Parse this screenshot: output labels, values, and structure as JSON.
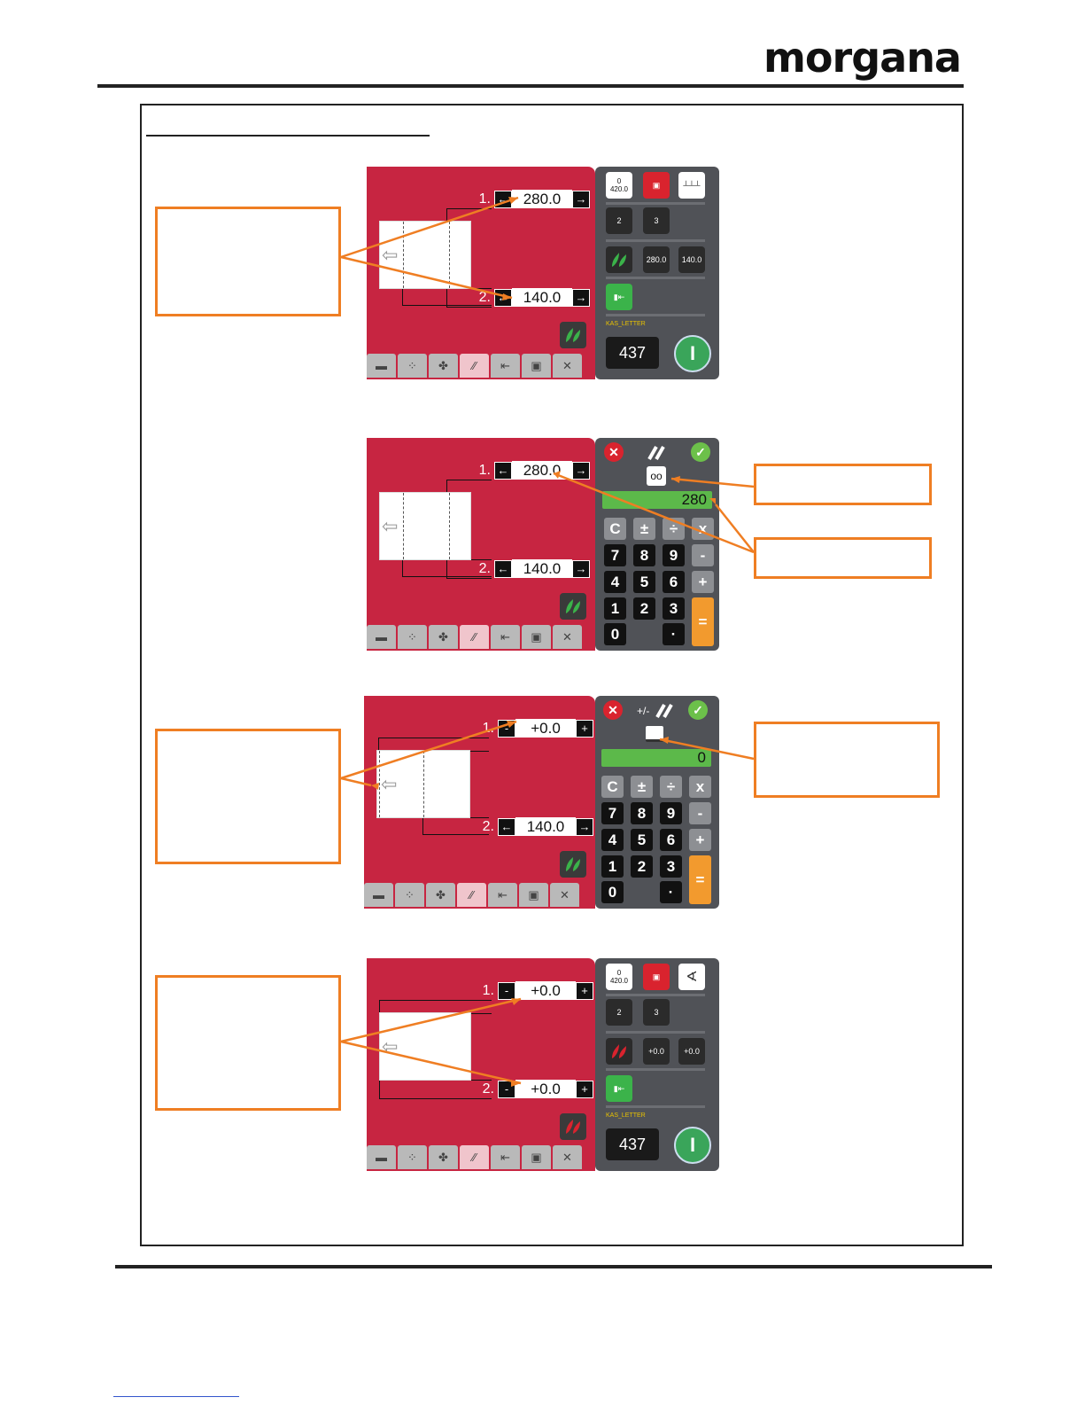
{
  "brand": {
    "logo": "morgana"
  },
  "screens": [
    {
      "field1": {
        "label": "1.",
        "left": "←",
        "value": "280.0",
        "right": "→"
      },
      "field2": {
        "label": "2.",
        "left": "←",
        "value": "140.0",
        "right": "→"
      },
      "panel": {
        "top_icon": "0\n420.0",
        "mid_icon_a": "2",
        "mid_icon_b": "3",
        "pos_icon_a": "280.0",
        "pos_icon_b": "140.0",
        "set_name": "KAS_LETTER",
        "counter": "437",
        "power": "I"
      }
    },
    {
      "field1": {
        "label": "1.",
        "left": "←",
        "value": "280.0",
        "right": "→"
      },
      "field2": {
        "label": "2.",
        "left": "←",
        "value": "140.0",
        "right": "→"
      },
      "calc": {
        "display": "280",
        "keys_row1": [
          "C",
          "±",
          "÷",
          "x"
        ],
        "keys_row2": [
          "7",
          "8",
          "9",
          "-"
        ],
        "keys_row3": [
          "4",
          "5",
          "6",
          "+"
        ],
        "keys_row4": [
          "1",
          "2",
          "3"
        ],
        "keys_row5": [
          "0",
          "·"
        ],
        "equals": "="
      }
    },
    {
      "field1": {
        "label": "1.",
        "left": "-",
        "value": "+0.0",
        "right": "+"
      },
      "field2": {
        "label": "2.",
        "left": "←",
        "value": "140.0",
        "right": "→"
      },
      "calc": {
        "title": "+/-",
        "display": "0",
        "keys_row1": [
          "C",
          "±",
          "÷",
          "x"
        ],
        "keys_row2": [
          "7",
          "8",
          "9",
          "-"
        ],
        "keys_row3": [
          "4",
          "5",
          "6",
          "+"
        ],
        "keys_row4": [
          "1",
          "2",
          "3"
        ],
        "keys_row5": [
          "0",
          "·"
        ],
        "equals": "="
      }
    },
    {
      "field1": {
        "label": "1.",
        "left": "-",
        "value": "+0.0",
        "right": "+"
      },
      "field2": {
        "label": "2.",
        "left": "-",
        "value": "+0.0",
        "right": "+"
      },
      "panel": {
        "top_icon": "0\n420.0",
        "mid_icon_a": "2",
        "mid_icon_b": "3",
        "pos_icon_a": "+0.0",
        "pos_icon_b": "+0.0",
        "set_name": "KAS_LETTER",
        "counter": "437",
        "power": "I"
      }
    }
  ],
  "colors": {
    "red_pane": "#c72541",
    "panel_grey": "#505257",
    "callout_orange": "#ef7e23",
    "leaf_green": "#3bb34a",
    "leaf_red": "#d9232e"
  }
}
